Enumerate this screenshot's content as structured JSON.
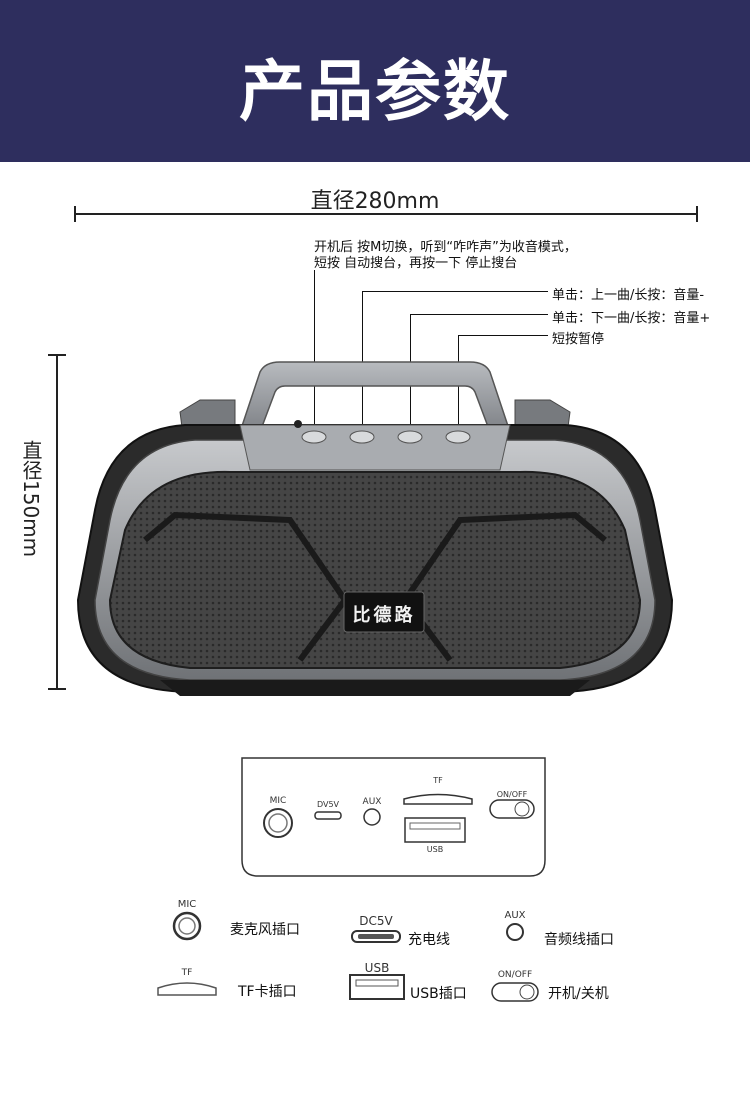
{
  "title": "产品参数",
  "dimensions": {
    "width": "直径280mm",
    "height": "直径150mm"
  },
  "notes": {
    "mode_line1": "开机后 按M切换，听到“咋咋声”为收音模式，",
    "mode_line2": "短按 自动搜台，再按一下 停止搜台",
    "prev": "单击：上一曲/长按：音量-",
    "next": "单击：下一曲/长按：音量+",
    "pause": "短按暂停"
  },
  "brand": "比德路",
  "panel": {
    "mic": "MIC",
    "dc": "DV5V",
    "aux": "AUX",
    "tf": "TF",
    "usb": "USB",
    "power": "ON/OFF"
  },
  "legend": {
    "mic": {
      "icon_label": "MIC",
      "label": "麦克风插口"
    },
    "dc": {
      "icon_label": "DC5V",
      "label": "充电线"
    },
    "aux": {
      "icon_label": "AUX",
      "label": "音频线插口"
    },
    "tf": {
      "icon_label": "TF",
      "label": "TF卡插口"
    },
    "usb": {
      "icon_label": "USB",
      "label": "USB插口"
    },
    "power": {
      "icon_label": "ON/OFF",
      "label": "开机/关机"
    }
  },
  "colors": {
    "banner": "#2e2e5e",
    "speaker_body": "#3a3a3a",
    "speaker_frame": "#9ea1a6"
  }
}
